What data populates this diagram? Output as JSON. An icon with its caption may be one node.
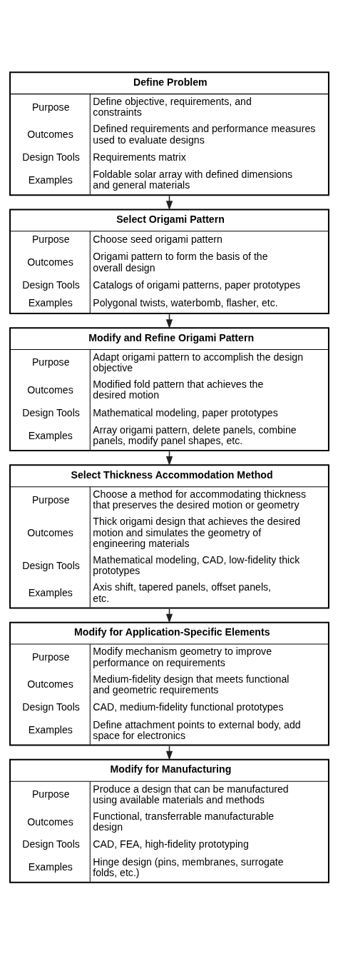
{
  "diagram": {
    "nodes": [
      {
        "text": [
          "Define Problem",
          "Purpose",
          "Define objective, requirements, and constraints",
          "Outcomes",
          "Defined requirements and performance measures used to evaluate designs",
          "Design Tools",
          "Requirements matrix",
          "Examples",
          "Foldable solar array with defined dimensions and general materials"
        ]
      },
      {
        "text": [
          "Select Origami Pattern",
          "Purpose",
          "Choose seed origami pattern",
          "Outcomes",
          "Origami pattern to form the basis of the overall design",
          "Design Tools",
          "Catalogs of origami patterns, paper prototypes",
          "Examples",
          "Polygonal twists, waterbomb, flasher, etc."
        ]
      },
      {
        "text": [
          "Modify and Refine Origami Pattern",
          "Purpose",
          "Adapt origami pattern to accomplish the design objective",
          "Outcomes",
          "Modified fold pattern that achieves the desired motion",
          "Design Tools",
          "Mathematical modeling, paper prototypes",
          "Examples",
          "Array origami pattern, delete panels, combine panels, modify panel shapes, etc."
        ]
      },
      {
        "text": [
          "Select Thickness Accommodation Method",
          "Purpose",
          "Choose a method for accommodating thickness that preserves the desired motion or geometry",
          "Outcomes",
          "Thick origami design that achieves the desired motion and simulates the geometry of engineering materials",
          "Design Tools",
          "Mathematical modeling, CAD, low-fidelity thick prototypes",
          "Examples",
          "Axis shift, tapered panels, offset panels, etc."
        ]
      },
      {
        "text": [
          "Modify for Application-Specific Elements",
          "Purpose",
          "Modify mechanism geometry to improve performance on requirements",
          "Outcomes",
          "Medium-fidelity design that meets functional and geometric requirements",
          "Design Tools",
          "CAD, medium-fidelity functional prototypes",
          "Examples",
          "Define attachment points to external body, add space for electronics"
        ]
      },
      {
        "text": [
          "Modify for Manufacturing",
          "Purpose",
          "Produce a design that can be manufactured using available materials and methods",
          "Outcomes",
          "Functional, transferrable manufacturable design",
          "Design Tools",
          "CAD, FEA, high-fidelity prototyping",
          "Examples",
          "Hinge design (pins, membranes, surrogate folds, etc.)"
        ]
      }
    ],
    "edges": [
      {
        "from": 0,
        "to": 1,
        "arrow": "to"
      },
      {
        "from": 1,
        "to": 2,
        "arrow": "to"
      },
      {
        "from": 2,
        "to": 3,
        "arrow": "to"
      },
      {
        "from": 3,
        "to": 4,
        "arrow": "to"
      },
      {
        "from": 4,
        "to": 5,
        "arrow": "to"
      }
    ]
  }
}
